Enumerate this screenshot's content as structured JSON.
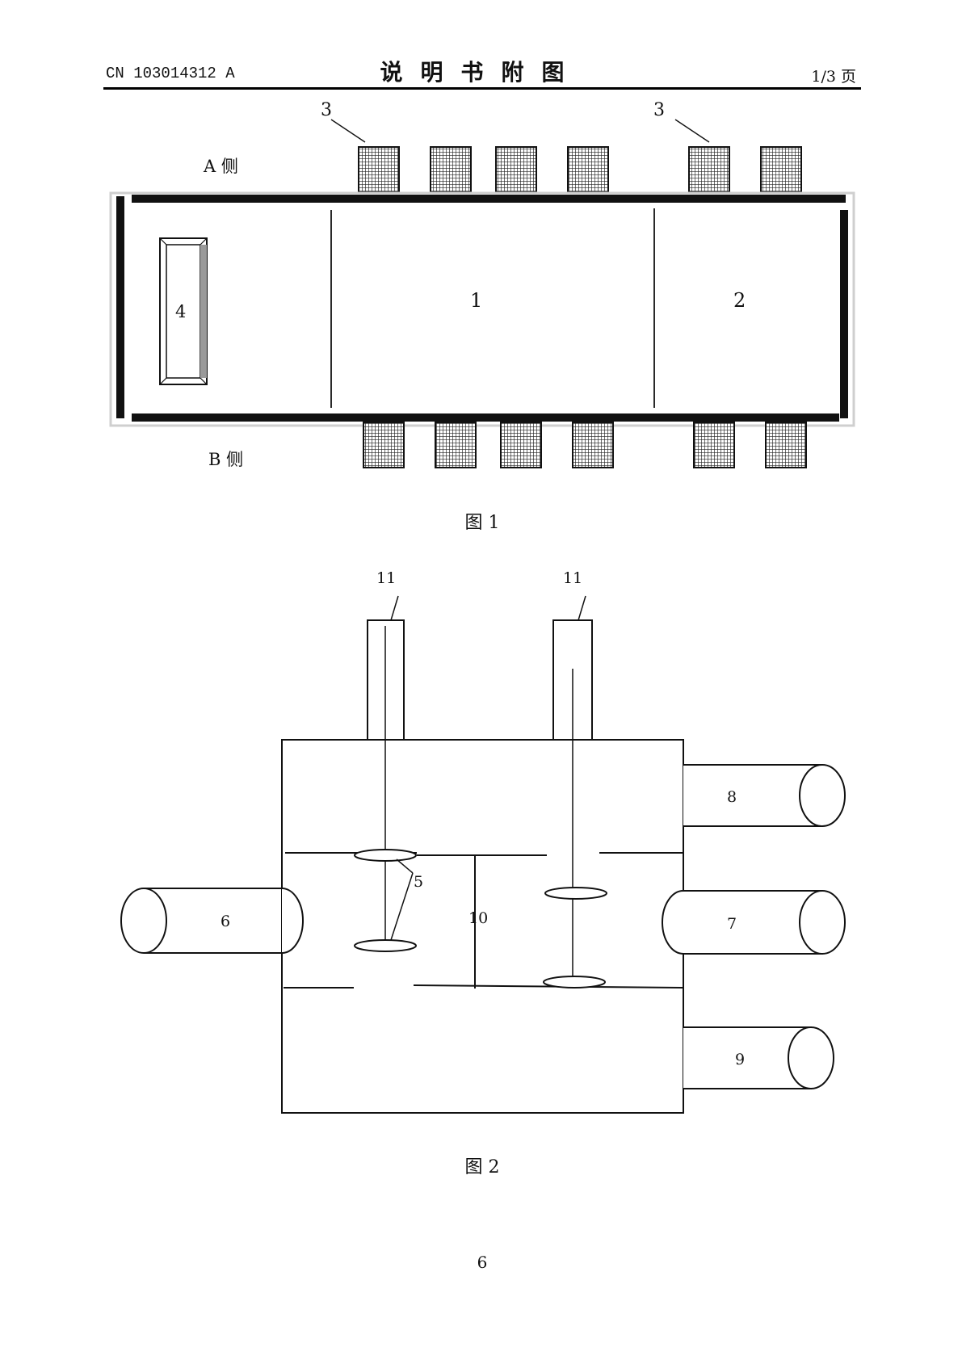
{
  "header": {
    "left": "CN 103014312 A",
    "center": "说明书附图",
    "right": "1/3 页"
  },
  "figure1": {
    "side_a": "A 侧",
    "side_b": "B 侧",
    "label_3": "3",
    "label_4": "4",
    "label_1": "1",
    "label_2": "2",
    "caption": "图 1"
  },
  "figure2": {
    "label_11": "11",
    "label_5": "5",
    "label_6": "6",
    "label_7": "7",
    "label_8": "8",
    "label_9": "9",
    "label_10": "10",
    "caption": "图 2"
  },
  "page_number": "6"
}
